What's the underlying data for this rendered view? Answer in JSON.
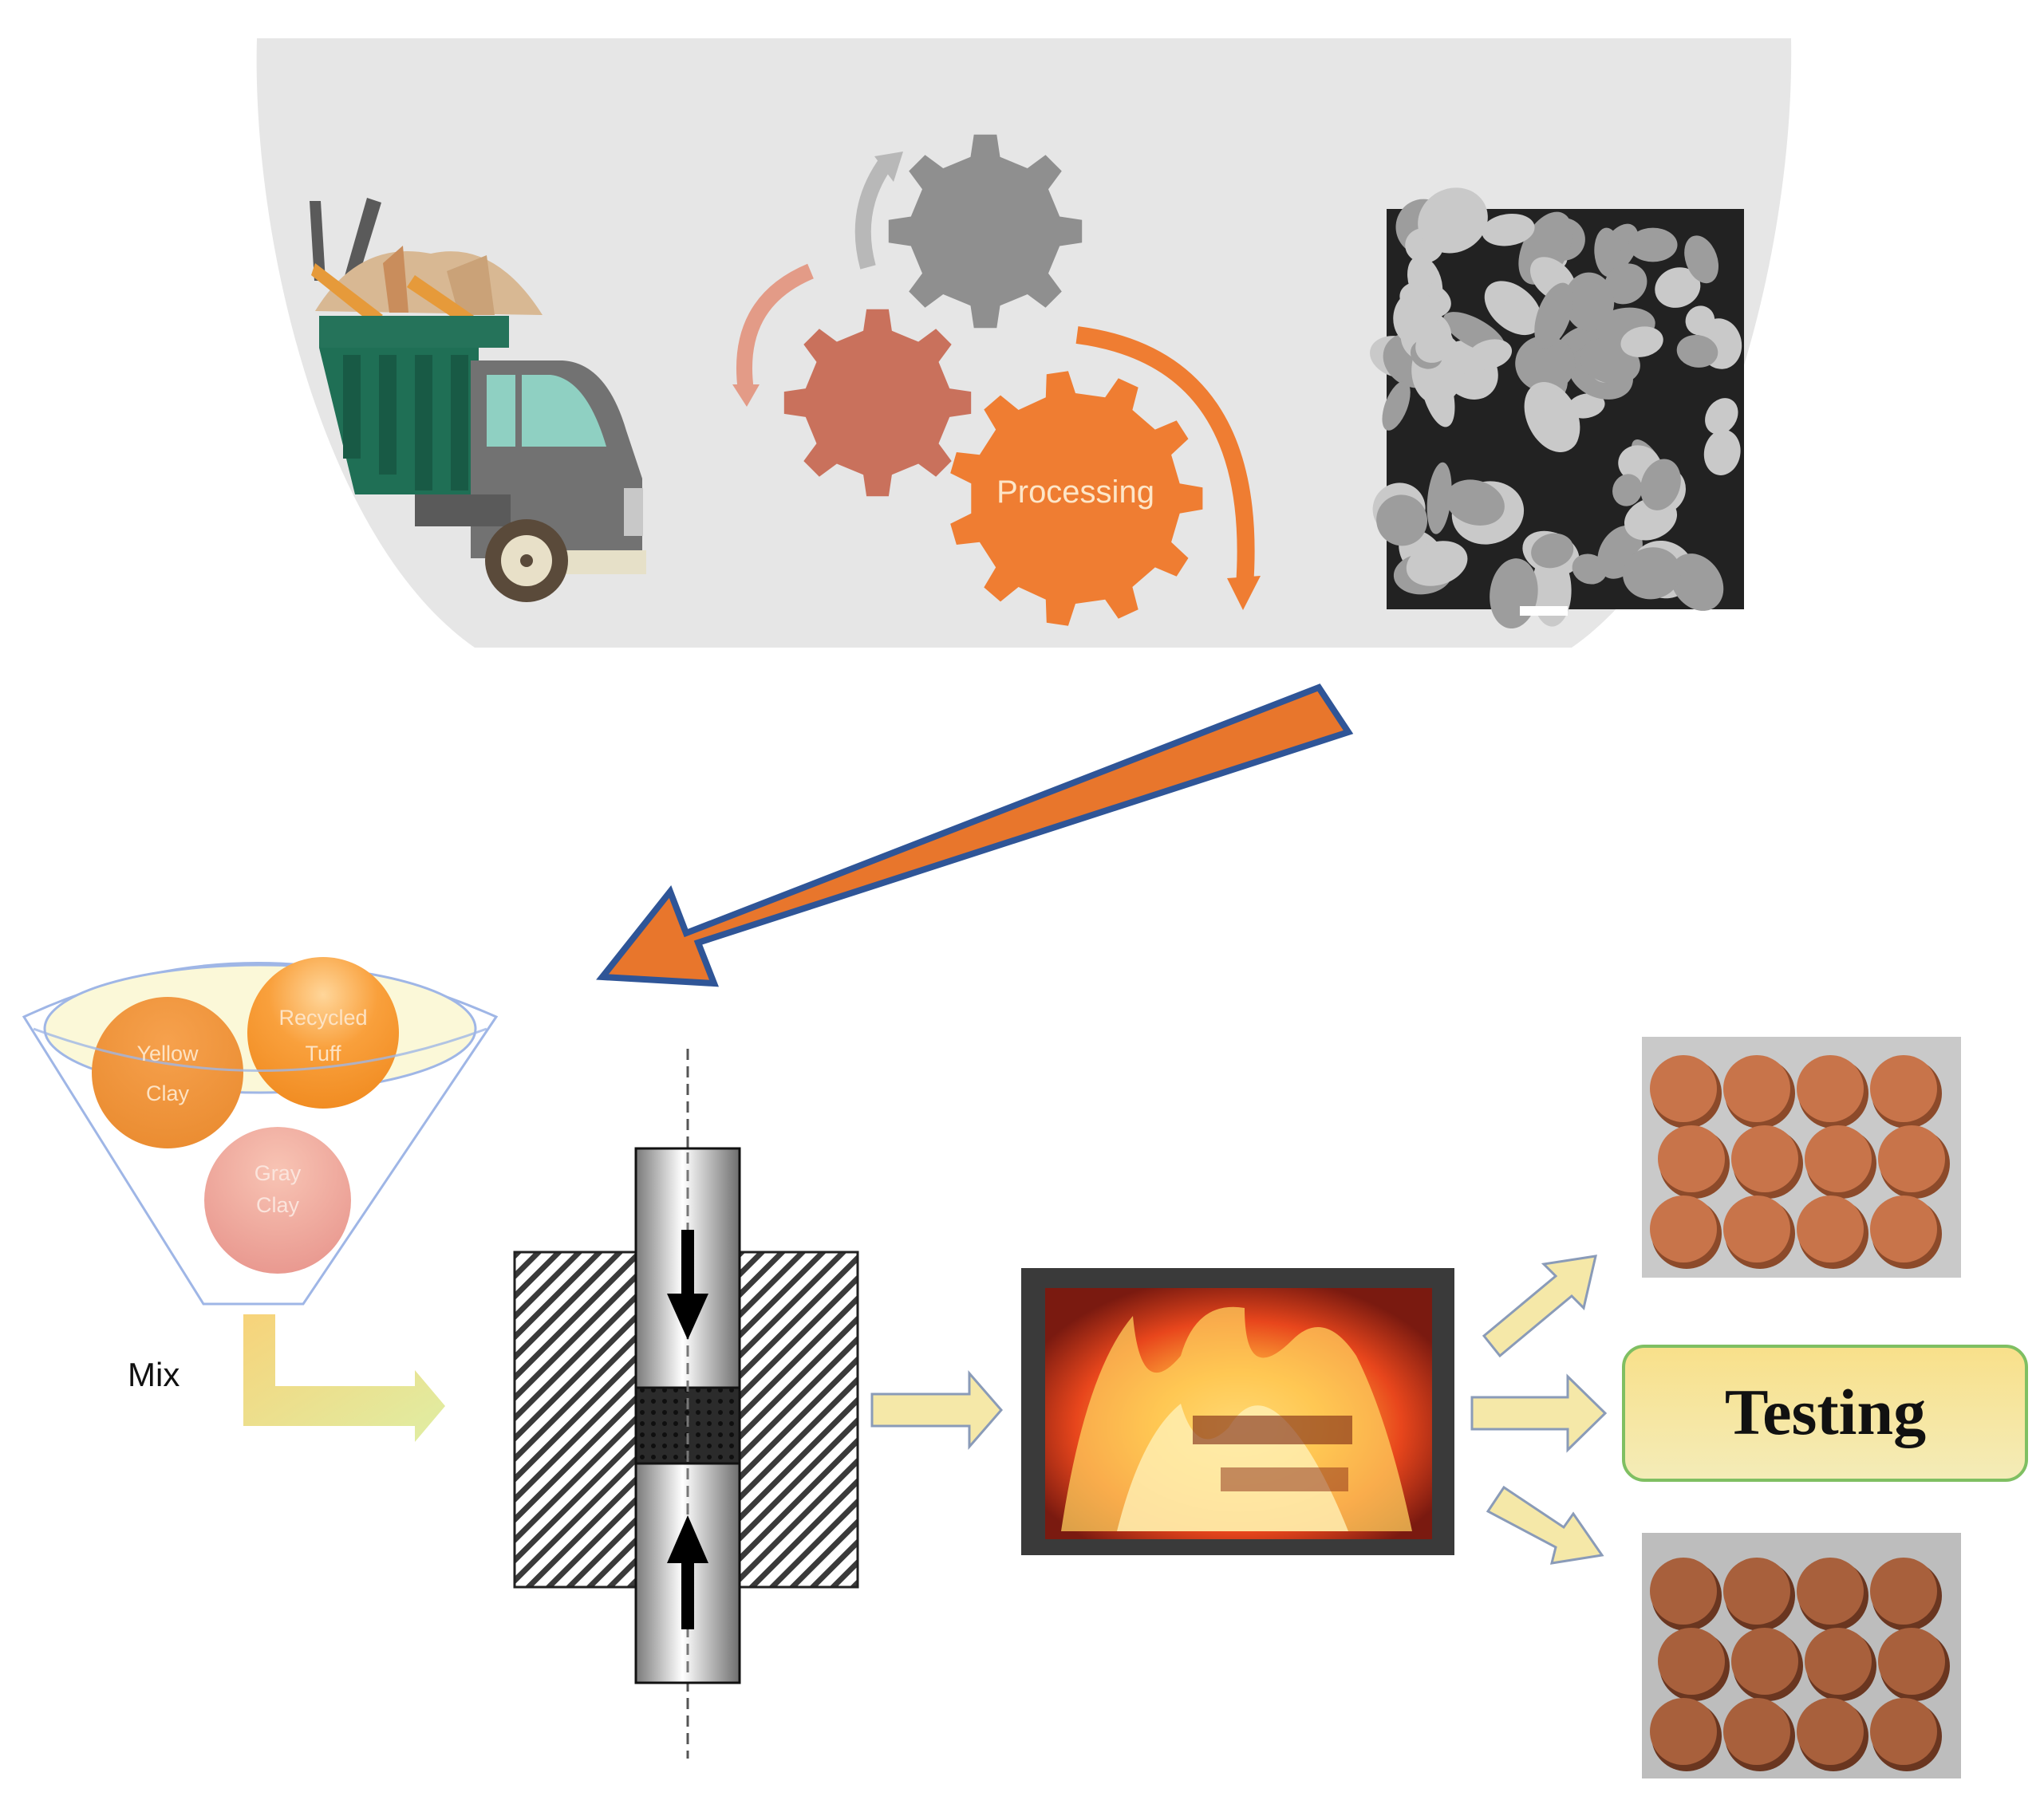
{
  "labels": {
    "processing": "Processing",
    "yellow_clay_1": "Yellow",
    "yellow_clay_2": "Clay",
    "recycled_tuff_1": "Recycled",
    "recycled_tuff_2": "Tuff",
    "gray_clay_1": "Gray",
    "gray_clay_2": "Clay",
    "mix": "Mix",
    "testing": "Testing"
  },
  "icons": {
    "truck": "garbage-truck-icon",
    "gears": "gears-icon",
    "micrograph": "sem-micrograph-image",
    "funnel": "funnel-icon",
    "press": "compaction-die-diagram",
    "furnace": "kiln-fire-photo",
    "samples_top": "fired-samples-photo",
    "samples_bottom": "fired-samples-photo"
  },
  "colors": {
    "panel": "#e6e6e6",
    "orange_arrow": "#e8762c",
    "arrow_border": "#2f5597",
    "gear_orange": "#ef7d32",
    "gear_red": "#c9715c",
    "gear_gray": "#8f8f8f",
    "testing_fill": "#f7e79a",
    "pale_arrow": "#f5e8a8"
  }
}
